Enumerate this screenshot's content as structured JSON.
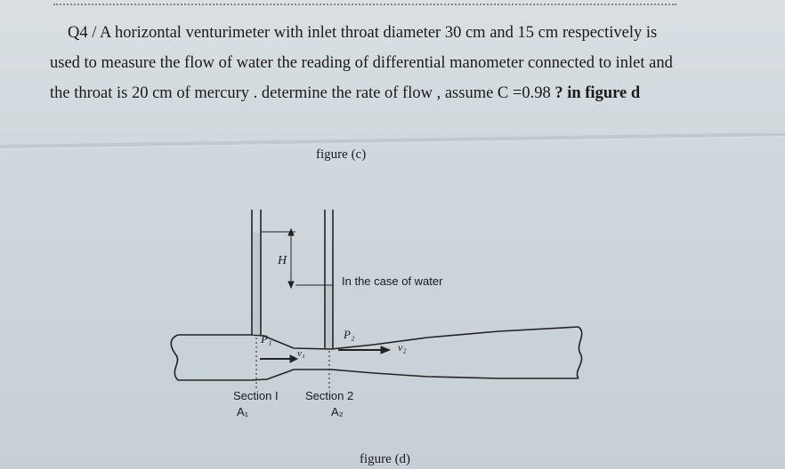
{
  "question": {
    "line1": "Q4 / A horizontal venturimeter with inlet throat diameter 30 cm and 15 cm respectively is",
    "line2": "used to measure the flow of water the reading of differential manometer connected to inlet and",
    "line3_normal": "the throat is 20 cm of mercury . determine the rate of flow , assume C =0.98 ",
    "line3_bold": "? in figure d"
  },
  "figure_c_label": "figure (c)",
  "figure_d_label": "figure (d)",
  "diagram": {
    "case_label": "In the case of water",
    "h_label": "H",
    "p1_label": "P₁",
    "p2_label": "P₂",
    "v1_label": "v₁",
    "v2_label": "v₂",
    "section1_label": "Section I",
    "section2_label": "Section 2",
    "a1_label": "A₁",
    "a2_label": "A₂"
  }
}
